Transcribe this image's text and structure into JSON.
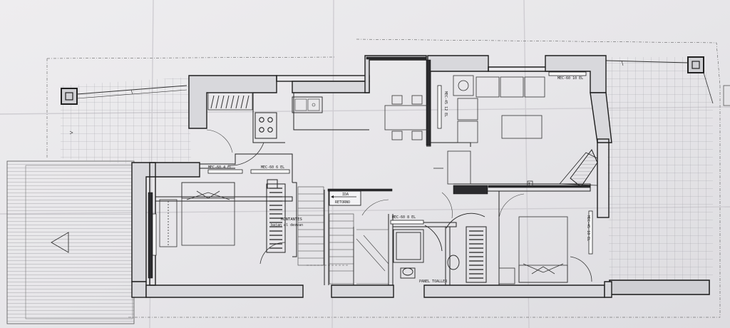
{
  "plan": {
    "labels": {
      "mec_4": "MEC-60 4 EL",
      "mec_6": "MEC-60 6 EL",
      "mec_10": "MEC-60 10 EL",
      "mec_8": "MEC-60 8 EL",
      "mec_v_12": "MEC-45 12 EL",
      "mec_v_10": "MEC-45 10 EL",
      "ida": "IDA",
      "retorno": "RETORNO",
      "montantes": "MONTANTES",
      "montantes_sub": "bajan al desvan",
      "panel": "PANEL TOALLER",
      "mark_t": "T"
    }
  }
}
